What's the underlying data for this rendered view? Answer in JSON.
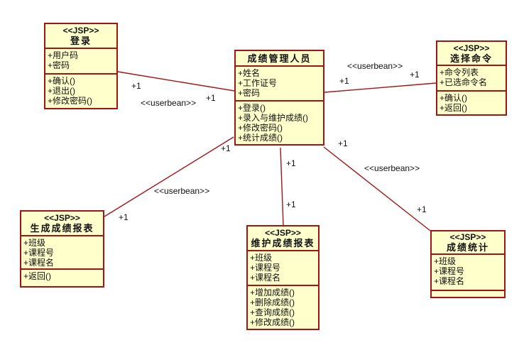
{
  "colors": {
    "box_fill": "#FFFFCC",
    "box_border": "#A31515",
    "line": "#A31515",
    "text": "#111111"
  },
  "labels": {
    "multiplicity": "+1",
    "userbean": "<<userbean>>"
  },
  "classes": {
    "login": {
      "stereotype": "<<JSP>>",
      "name": "登录",
      "attributes": [
        "+用户码",
        "+密码"
      ],
      "methods": [
        "+确认()",
        "+退出()",
        "+修改密码()"
      ]
    },
    "manager": {
      "name": "成绩管理人员",
      "attributes": [
        "+姓名",
        "+工作证号",
        "+密码"
      ],
      "methods": [
        "+登录()",
        "+录入与维护成绩()",
        "+修改密码()",
        "+统计成绩()"
      ]
    },
    "select_command": {
      "stereotype": "<<JSP>>",
      "name": "选择命令",
      "attributes": [
        "+命令列表",
        "+已选命令名"
      ],
      "methods": [
        "+确认()",
        "+返回()"
      ]
    },
    "generate_report": {
      "stereotype": "<<JSP>>",
      "name": "生成成绩报表",
      "attributes": [
        "+班级",
        "+课程号",
        "+课程名"
      ],
      "methods": [
        "+返回()"
      ]
    },
    "maintain_report": {
      "stereotype": "<<JSP>>",
      "name": "维护成绩报表",
      "attributes": [
        "+班级",
        "+课程号",
        "+课程名"
      ],
      "methods": [
        "+增加成绩()",
        "+删除成绩()",
        "+查询成绩()",
        "+修改成绩()"
      ]
    },
    "statistics": {
      "stereotype": "<<JSP>>",
      "name": "成绩统计",
      "attributes": [
        "+班级",
        "+课程号",
        "+课程名"
      ],
      "methods": []
    }
  }
}
